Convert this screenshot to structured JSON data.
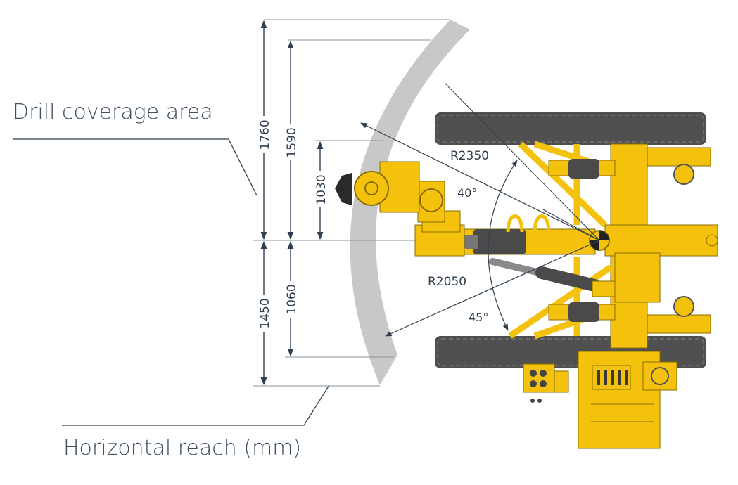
{
  "labels": {
    "drill_coverage": "Drill coverage area",
    "horizontal_reach": "Horizontal reach (mm)"
  },
  "dimensions": {
    "total_upper": "1760",
    "upper": "1590",
    "center_upper": "1030",
    "total_lower": "1450",
    "lower": "1060"
  },
  "radii": {
    "outer": "R2350",
    "inner": "R2050"
  },
  "angles": {
    "upper": "40°",
    "lower": "45°"
  },
  "colors": {
    "machine_yellow": "#f4c20d",
    "machine_dark": "#4a4a4a",
    "coverage_gray": "#c8c8c8",
    "line": "#2f3f4f",
    "text": "#3f4f5f"
  }
}
